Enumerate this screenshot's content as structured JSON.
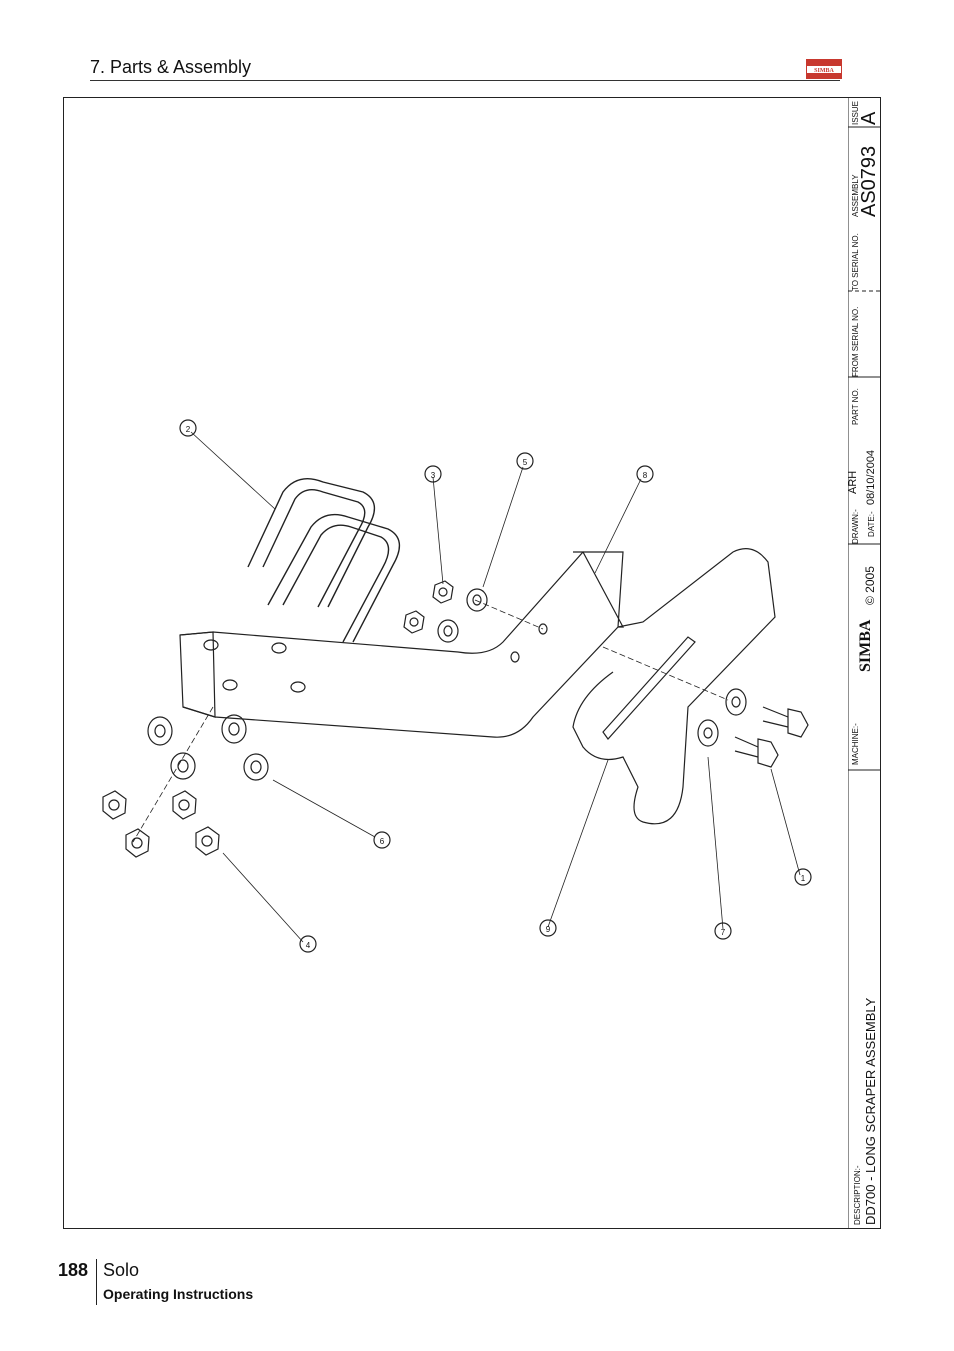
{
  "header": {
    "section_title": "7. Parts & Assembly",
    "logo_text": "SIMBA"
  },
  "footer": {
    "page_number": "188",
    "product": "Solo",
    "doc_type": "Operating Instructions"
  },
  "drawing": {
    "balloons": [
      "1",
      "2",
      "3",
      "4",
      "5",
      "6",
      "7",
      "8",
      "9"
    ]
  },
  "title_block": {
    "issue_label": "ISSUE",
    "issue_value": "A",
    "assembly_label": "ASSEMBLY",
    "assembly_value": "AS0793",
    "to_serial_label": "TO SERIAL NO.",
    "from_serial_label": "FROM SERIAL NO.",
    "part_no_label": "PART NO.",
    "drawn_label": "DRAWN:-",
    "drawn_value": "ARH",
    "date_label": "DATE:-",
    "date_value": "08/10/2004",
    "logo_text": "SIMBA",
    "copyright": "© 2005",
    "machine_label": "MACHINE:-",
    "description_label": "DESCRIPTION:-",
    "description_value": "DD700 - LONG SCRAPER ASSEMBLY"
  },
  "colors": {
    "line": "#222222",
    "logo_red": "#c8382e"
  }
}
